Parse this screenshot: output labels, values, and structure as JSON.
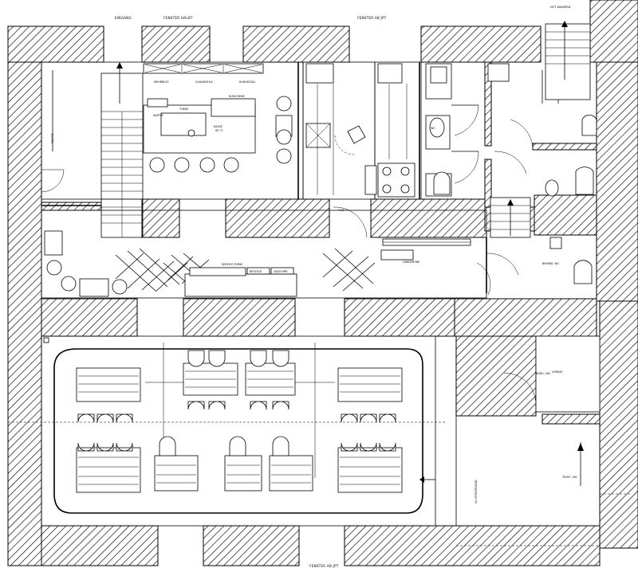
{
  "plan": {
    "labels": {
      "entrance_top": "EINGANG",
      "window_top_1": "FENSTER HALBT",
      "window_top_2": "FENSTER AB JPT",
      "top_right": "HOT WASSERB.",
      "shelf_1": "MEHRBOLT.",
      "shelf_2": "GLAS/BOHLE",
      "shelf_3": "KÜHLREGAL",
      "cooler": "KÜHLTHEKE",
      "bar": "THEKE",
      "bar_sub": "SP. TI.",
      "counter_small": "KAFFEE",
      "register": "KASSE",
      "stairs_label": "TREPPE",
      "coat_label": "GARDEROBE",
      "service_label": "SERVICE-THEKE",
      "service_small": "BESTECK",
      "service_small2": "GESCHIRR",
      "wc_label": "WC",
      "wc_disabled": "BEHIND. WC",
      "storage": "VORRAT",
      "office": "BÜRO / BK",
      "staff": "TELEF. / BK",
      "right_note": "2x VERSORGUNG",
      "door_label": "T 30",
      "bottom": "FENSTER AB JPT"
    }
  }
}
